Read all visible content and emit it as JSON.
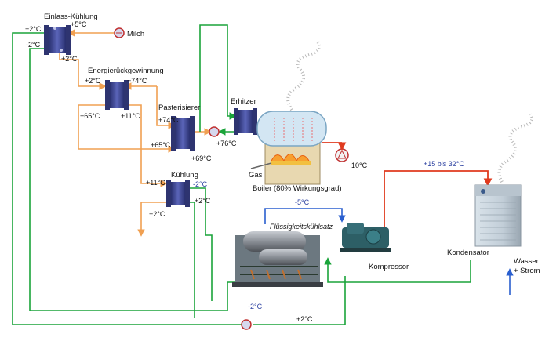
{
  "labels": {
    "einlass_kuehlung": "Einlass-Kühlung",
    "energierueckgewinnung": "Energierückgewinnung",
    "pasterisierer": "Pasterisierer",
    "erhitzer": "Erhitzer",
    "kuehlung": "Kühlung",
    "milch": "Milch",
    "gas": "Gas",
    "boiler": "Boiler (80% Wirkungsgrad)",
    "fluessigkeitskuehlsatz": "Flüssigkeitskühlsatz",
    "kompressor": "Kompressor",
    "kondensator": "Kondensator",
    "wasser": "Wasser",
    "strom": "+ Strom"
  },
  "temps": {
    "t_plus2_left": "+2°C",
    "t_plus5": "+5°C",
    "t_minus2_left": "-2°C",
    "t_plus2_einlass_out": "+2°C",
    "t_plus2_energie_in": "+2°C",
    "t_plus74_energie": "+74°C",
    "t_plus65_left": "+65°C",
    "t_plus11_energie": "+11°C",
    "t_plus74_past": "+74°C",
    "t_plus65_past": "+65°C",
    "t_plus69": "+69°C",
    "t_plus76": "+76°C",
    "t_plus11_kuehl": "+11°C",
    "t_minus2_kuehl": "-2°C",
    "t_plus2_kuehl_out": "+2°C",
    "t_plus2_kuehl_right": "+2°C",
    "t_10": "10°C",
    "t_minus5": "-5°C",
    "t_15_32": "+15 bis 32°C",
    "t_minus2_bottom": "-2°C",
    "t_plus2_bottom": "+2°C"
  },
  "colors": {
    "milk_line": "#f0a052",
    "glycol_line": "#1aa43a",
    "hot_line": "#e03a1e",
    "refrigerant_line": "#2a5fcf",
    "heat_exchanger": "#3a3f8a"
  },
  "icons": [
    "heat-exchanger-icon",
    "pump-icon",
    "boiler-icon",
    "chiller-icon",
    "compressor-icon",
    "condenser-icon",
    "smoke-icon"
  ]
}
